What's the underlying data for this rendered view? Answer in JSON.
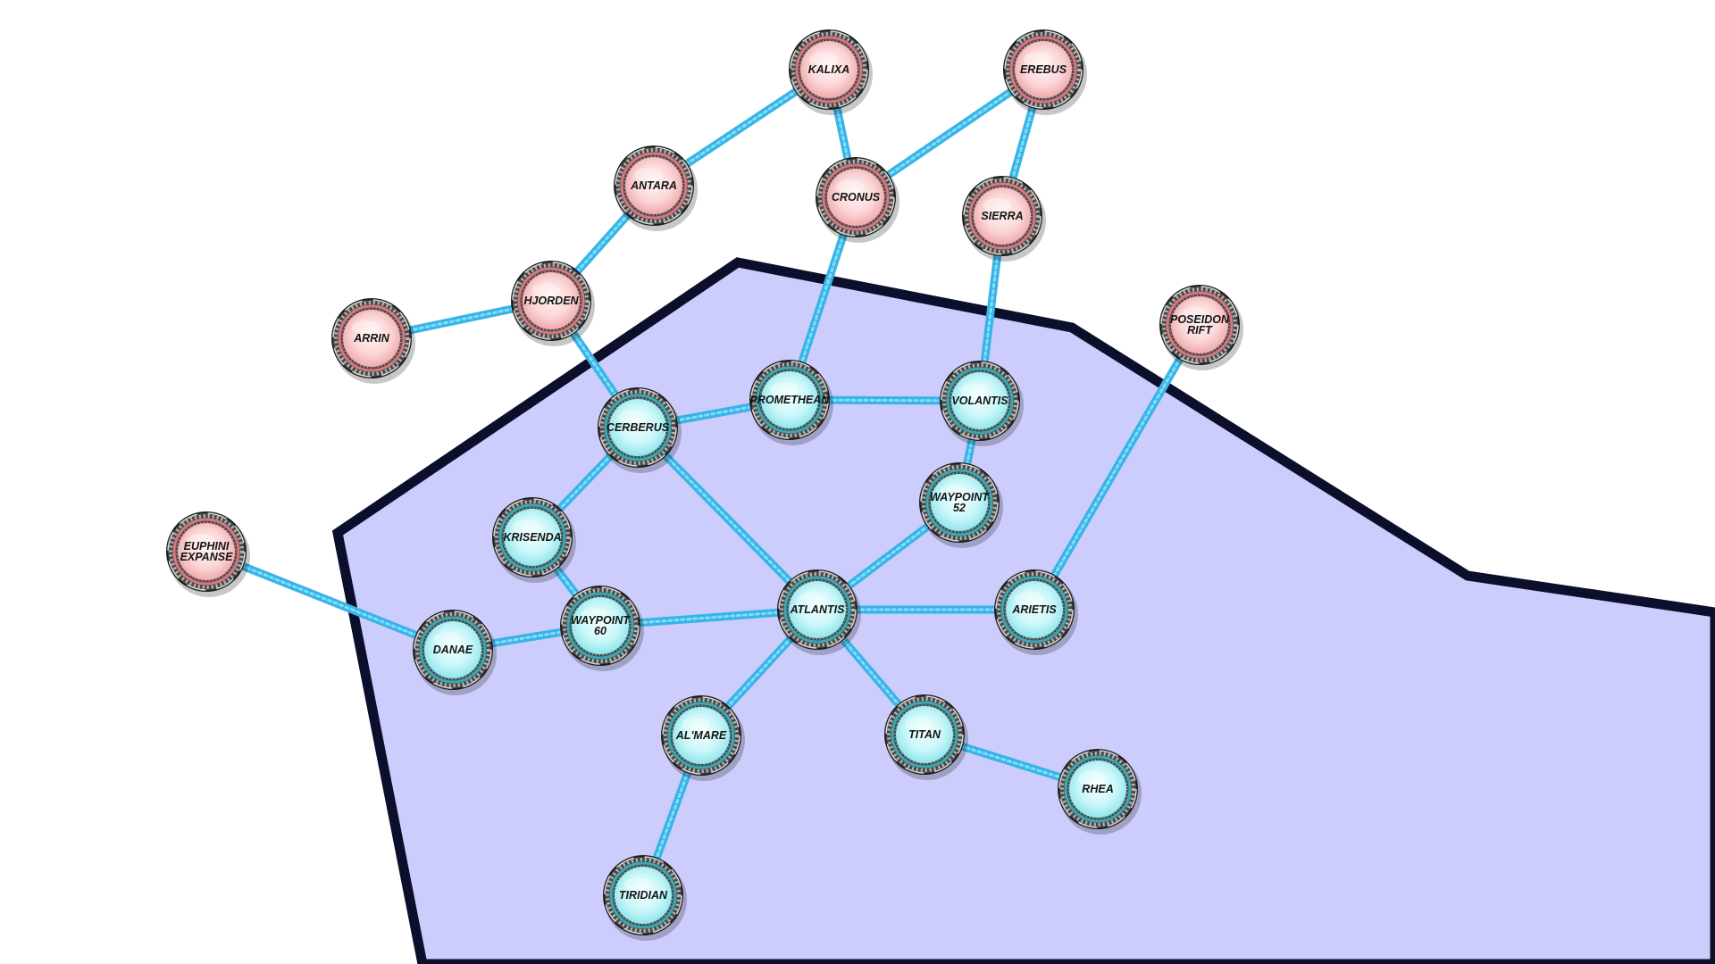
{
  "map": {
    "colors": {
      "territory_fill": "#cccdfc",
      "territory_border": "#0b0f2b",
      "lane_outer": "#36b4e6",
      "lane_inner": "#8fe0ff",
      "friendly_fill": "#c8f6f8",
      "friendly_ring": "#3aa9b2",
      "hostile_fill": "#fbd7d8",
      "hostile_ring": "#d9777c",
      "node_frame": "#3a3a3a"
    },
    "systems": [
      {
        "id": "kalixa",
        "name": "KALIXA",
        "owner": "hostile"
      },
      {
        "id": "erebus",
        "name": "EREBUS",
        "owner": "hostile"
      },
      {
        "id": "antara",
        "name": "ANTARA",
        "owner": "hostile"
      },
      {
        "id": "cronus",
        "name": "CRONUS",
        "owner": "hostile"
      },
      {
        "id": "sierra",
        "name": "SIERRA",
        "owner": "hostile"
      },
      {
        "id": "hjorden",
        "name": "HJORDEN",
        "owner": "hostile"
      },
      {
        "id": "arrin",
        "name": "ARRIN",
        "owner": "hostile"
      },
      {
        "id": "poseidon-rift",
        "name": "POSEIDON\nRIFT",
        "owner": "hostile"
      },
      {
        "id": "euphini-expanse",
        "name": "EUPHINI\nEXPANSE",
        "owner": "hostile"
      },
      {
        "id": "promethean",
        "name": "PROMETHEAN",
        "owner": "friendly"
      },
      {
        "id": "volantis",
        "name": "VOLANTIS",
        "owner": "friendly"
      },
      {
        "id": "cerberus",
        "name": "CERBERUS",
        "owner": "friendly"
      },
      {
        "id": "waypoint-52",
        "name": "WAYPOINT\n52",
        "owner": "friendly"
      },
      {
        "id": "krisenda",
        "name": "KRISENDA",
        "owner": "friendly"
      },
      {
        "id": "atlantis",
        "name": "ATLANTIS",
        "owner": "friendly"
      },
      {
        "id": "arietis",
        "name": "ARIETIS",
        "owner": "friendly"
      },
      {
        "id": "waypoint-60",
        "name": "WAYPOINT\n60",
        "owner": "friendly"
      },
      {
        "id": "danae",
        "name": "DANAE",
        "owner": "friendly"
      },
      {
        "id": "al-mare",
        "name": "AL'MARE",
        "owner": "friendly"
      },
      {
        "id": "titan",
        "name": "TITAN",
        "owner": "friendly"
      },
      {
        "id": "rhea",
        "name": "RHEA",
        "owner": "friendly"
      },
      {
        "id": "tiridian",
        "name": "TIRIDIAN",
        "owner": "friendly"
      }
    ],
    "lanes": [
      [
        "kalixa",
        "antara"
      ],
      [
        "kalixa",
        "cronus"
      ],
      [
        "erebus",
        "cronus"
      ],
      [
        "erebus",
        "sierra"
      ],
      [
        "antara",
        "hjorden"
      ],
      [
        "hjorden",
        "arrin"
      ],
      [
        "hjorden",
        "cerberus"
      ],
      [
        "cronus",
        "promethean"
      ],
      [
        "sierra",
        "volantis"
      ],
      [
        "poseidon-rift",
        "arietis"
      ],
      [
        "cerberus",
        "promethean"
      ],
      [
        "promethean",
        "volantis"
      ],
      [
        "volantis",
        "waypoint-52"
      ],
      [
        "cerberus",
        "krisenda"
      ],
      [
        "cerberus",
        "atlantis"
      ],
      [
        "waypoint-52",
        "atlantis"
      ],
      [
        "krisenda",
        "waypoint-60"
      ],
      [
        "euphini-expanse",
        "danae"
      ],
      [
        "danae",
        "waypoint-60"
      ],
      [
        "waypoint-60",
        "atlantis"
      ],
      [
        "atlantis",
        "arietis"
      ],
      [
        "atlantis",
        "al-mare"
      ],
      [
        "atlantis",
        "titan"
      ],
      [
        "al-mare",
        "tiridian"
      ],
      [
        "titan",
        "rhea"
      ]
    ]
  }
}
